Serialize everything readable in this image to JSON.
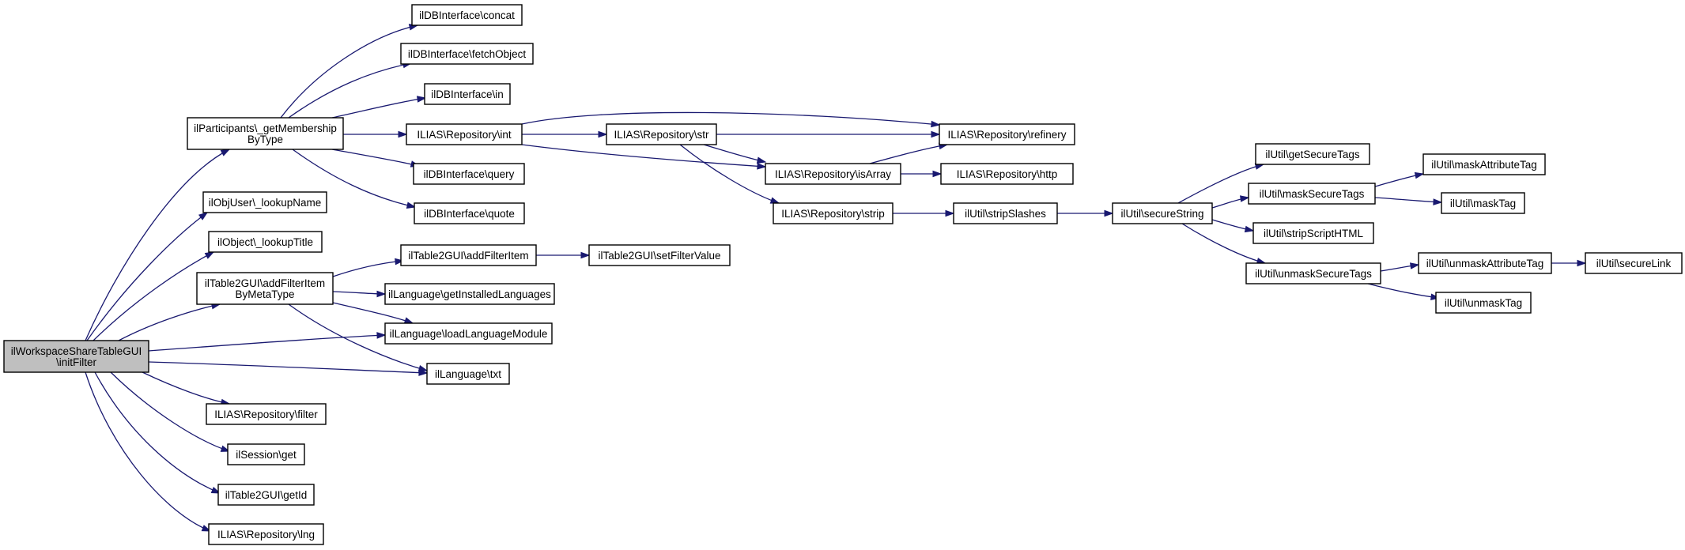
{
  "diagram": {
    "type": "call-graph",
    "edge_color": "#191970",
    "root_fill": "#bfbfbf",
    "nodes": [
      {
        "id": "root",
        "lines": [
          "ilWorkspaceShareTableGUI",
          "\\initFilter"
        ]
      },
      {
        "id": "getMembership",
        "lines": [
          "ilParticipants\\_getMembership",
          "ByType"
        ]
      },
      {
        "id": "lookupName",
        "lines": [
          "ilObjUser\\_lookupName"
        ]
      },
      {
        "id": "lookupTitle",
        "lines": [
          "ilObject\\_lookupTitle"
        ]
      },
      {
        "id": "addFilterItemByMeta",
        "lines": [
          "ilTable2GUI\\addFilterItem",
          "ByMetaType"
        ]
      },
      {
        "id": "repoFilter",
        "lines": [
          "ILIAS\\Repository\\filter"
        ]
      },
      {
        "id": "sessionGet",
        "lines": [
          "ilSession\\get"
        ]
      },
      {
        "id": "getId",
        "lines": [
          "ilTable2GUI\\getId"
        ]
      },
      {
        "id": "lng",
        "lines": [
          "ILIAS\\Repository\\lng"
        ]
      },
      {
        "id": "concat",
        "lines": [
          "ilDBInterface\\concat"
        ]
      },
      {
        "id": "fetchObject",
        "lines": [
          "ilDBInterface\\fetchObject"
        ]
      },
      {
        "id": "dbIn",
        "lines": [
          "ilDBInterface\\in"
        ]
      },
      {
        "id": "repoInt",
        "lines": [
          "ILIAS\\Repository\\int"
        ]
      },
      {
        "id": "dbQuery",
        "lines": [
          "ilDBInterface\\query"
        ]
      },
      {
        "id": "dbQuote",
        "lines": [
          "ilDBInterface\\quote"
        ]
      },
      {
        "id": "addFilterItem",
        "lines": [
          "ilTable2GUI\\addFilterItem"
        ]
      },
      {
        "id": "getInstalledLanguages",
        "lines": [
          "ilLanguage\\getInstalledLanguages"
        ]
      },
      {
        "id": "loadLanguageModule",
        "lines": [
          "ilLanguage\\loadLanguageModule"
        ]
      },
      {
        "id": "txt",
        "lines": [
          "ilLanguage\\txt"
        ]
      },
      {
        "id": "repoStr",
        "lines": [
          "ILIAS\\Repository\\str"
        ]
      },
      {
        "id": "setFilterValue",
        "lines": [
          "ilTable2GUI\\setFilterValue"
        ]
      },
      {
        "id": "refinery",
        "lines": [
          "ILIAS\\Repository\\refinery"
        ]
      },
      {
        "id": "isArray",
        "lines": [
          "ILIAS\\Repository\\isArray"
        ]
      },
      {
        "id": "http",
        "lines": [
          "ILIAS\\Repository\\http"
        ]
      },
      {
        "id": "repoStrip",
        "lines": [
          "ILIAS\\Repository\\strip"
        ]
      },
      {
        "id": "stripSlashes",
        "lines": [
          "ilUtil\\stripSlashes"
        ]
      },
      {
        "id": "secureString",
        "lines": [
          "ilUtil\\secureString"
        ]
      },
      {
        "id": "getSecureTags",
        "lines": [
          "ilUtil\\getSecureTags"
        ]
      },
      {
        "id": "maskSecureTags",
        "lines": [
          "ilUtil\\maskSecureTags"
        ]
      },
      {
        "id": "stripScriptHTML",
        "lines": [
          "ilUtil\\stripScriptHTML"
        ]
      },
      {
        "id": "unmaskSecureTags",
        "lines": [
          "ilUtil\\unmaskSecureTags"
        ]
      },
      {
        "id": "maskAttributeTag",
        "lines": [
          "ilUtil\\maskAttributeTag"
        ]
      },
      {
        "id": "maskTag",
        "lines": [
          "ilUtil\\maskTag"
        ]
      },
      {
        "id": "unmaskAttributeTag",
        "lines": [
          "ilUtil\\unmaskAttributeTag"
        ]
      },
      {
        "id": "unmaskTag",
        "lines": [
          "ilUtil\\unmaskTag"
        ]
      },
      {
        "id": "secureLink",
        "lines": [
          "ilUtil\\secureLink"
        ]
      }
    ],
    "edges": [
      {
        "from": "root",
        "to": "getMembership"
      },
      {
        "from": "root",
        "to": "lookupName"
      },
      {
        "from": "root",
        "to": "lookupTitle"
      },
      {
        "from": "root",
        "to": "addFilterItemByMeta"
      },
      {
        "from": "root",
        "to": "loadLanguageModule"
      },
      {
        "from": "root",
        "to": "txt"
      },
      {
        "from": "root",
        "to": "repoFilter"
      },
      {
        "from": "root",
        "to": "sessionGet"
      },
      {
        "from": "root",
        "to": "getId"
      },
      {
        "from": "root",
        "to": "lng"
      },
      {
        "from": "getMembership",
        "to": "concat"
      },
      {
        "from": "getMembership",
        "to": "fetchObject"
      },
      {
        "from": "getMembership",
        "to": "dbIn"
      },
      {
        "from": "getMembership",
        "to": "repoInt"
      },
      {
        "from": "getMembership",
        "to": "dbQuery"
      },
      {
        "from": "getMembership",
        "to": "dbQuote"
      },
      {
        "from": "addFilterItemByMeta",
        "to": "addFilterItem"
      },
      {
        "from": "addFilterItemByMeta",
        "to": "getInstalledLanguages"
      },
      {
        "from": "addFilterItemByMeta",
        "to": "loadLanguageModule"
      },
      {
        "from": "addFilterItemByMeta",
        "to": "txt"
      },
      {
        "from": "addFilterItem",
        "to": "setFilterValue"
      },
      {
        "from": "repoInt",
        "to": "repoStr"
      },
      {
        "from": "repoInt",
        "to": "refinery"
      },
      {
        "from": "repoInt",
        "to": "isArray"
      },
      {
        "from": "repoStr",
        "to": "refinery"
      },
      {
        "from": "repoStr",
        "to": "isArray"
      },
      {
        "from": "repoStr",
        "to": "repoStrip"
      },
      {
        "from": "isArray",
        "to": "refinery"
      },
      {
        "from": "isArray",
        "to": "http"
      },
      {
        "from": "repoStrip",
        "to": "stripSlashes"
      },
      {
        "from": "stripSlashes",
        "to": "secureString"
      },
      {
        "from": "secureString",
        "to": "getSecureTags"
      },
      {
        "from": "secureString",
        "to": "maskSecureTags"
      },
      {
        "from": "secureString",
        "to": "stripScriptHTML"
      },
      {
        "from": "secureString",
        "to": "unmaskSecureTags"
      },
      {
        "from": "maskSecureTags",
        "to": "maskAttributeTag"
      },
      {
        "from": "maskSecureTags",
        "to": "maskTag"
      },
      {
        "from": "unmaskSecureTags",
        "to": "unmaskAttributeTag"
      },
      {
        "from": "unmaskSecureTags",
        "to": "unmaskTag"
      },
      {
        "from": "unmaskAttributeTag",
        "to": "secureLink"
      }
    ]
  }
}
